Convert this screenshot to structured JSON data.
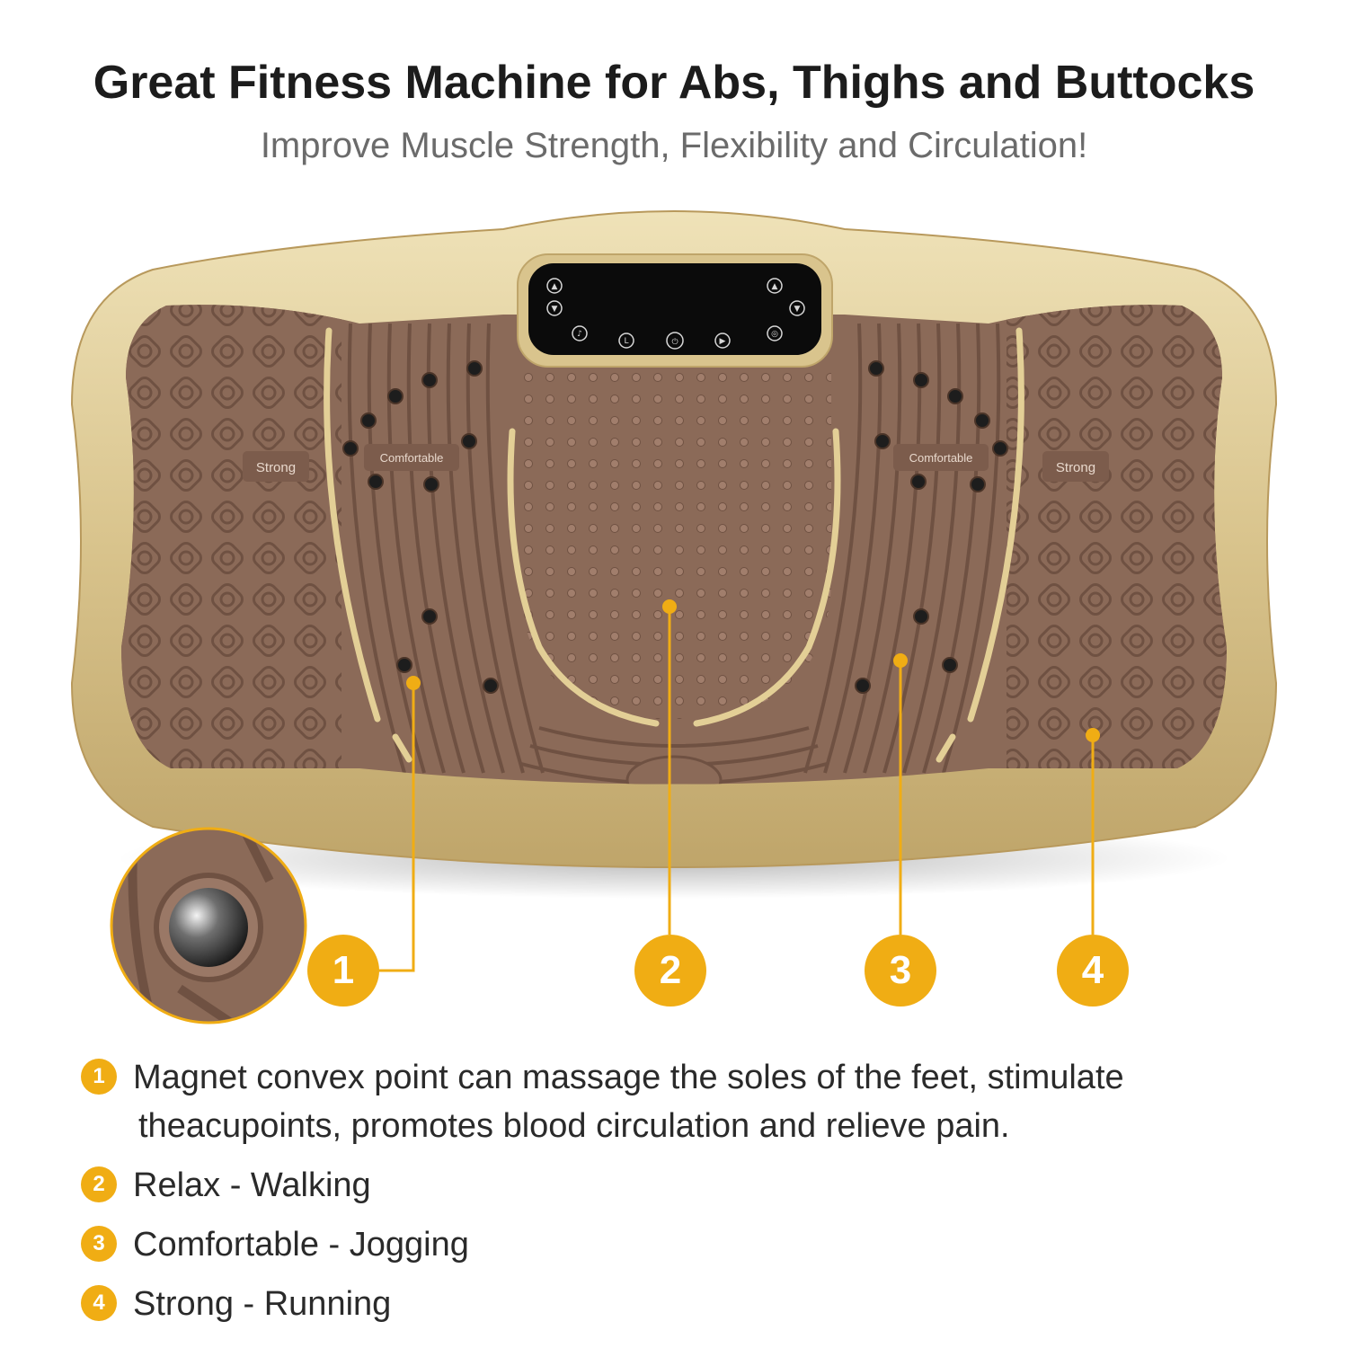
{
  "header": {
    "title": "Great Fitness Machine for Abs, Thighs and Buttocks",
    "subtitle": "Improve Muscle Strength, Flexibility and Circulation!"
  },
  "board": {
    "zone_labels": {
      "strong_left": "Strong",
      "comfortable_left": "Comfortable",
      "comfortable_right": "Comfortable",
      "strong_right": "Strong"
    },
    "colors": {
      "gold": "#d8c287",
      "mat": "#8b6a58",
      "accent": "#f0ad14"
    }
  },
  "callouts": {
    "badge_1": "1",
    "badge_2": "2",
    "badge_3": "3",
    "badge_4": "4"
  },
  "features": [
    {
      "num": "1",
      "line1": "Magnet convex point can massage the soles of the feet, stimulate",
      "line2": "theacupoints, promotes blood circulation and relieve pain."
    },
    {
      "num": "2",
      "line1": "Relax - Walking"
    },
    {
      "num": "3",
      "line1": "Comfortable - Jogging"
    },
    {
      "num": "4",
      "line1": "Strong - Running"
    }
  ]
}
